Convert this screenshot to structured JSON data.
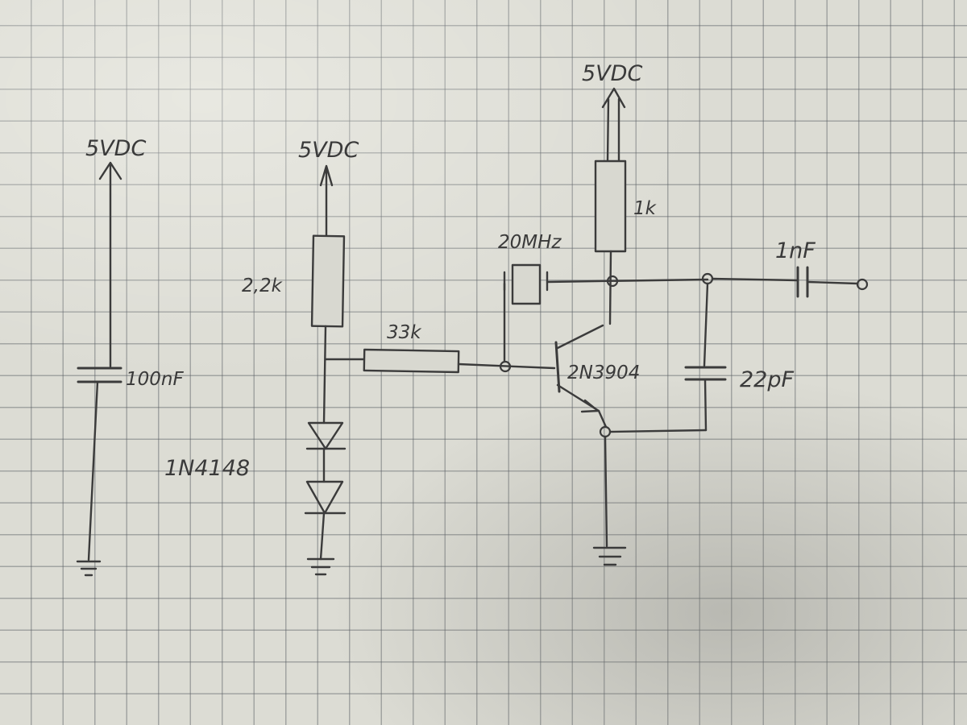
{
  "labels": {
    "supply_left": "5VDC",
    "supply_mid": "5VDC",
    "supply_right": "5VDC",
    "cap_decoupling": "100nF",
    "res_top_bias": "2,2k",
    "res_base": "33k",
    "diodes": "1N4148",
    "crystal": "20MHz",
    "res_collector": "1k",
    "transistor": "2N3904",
    "cap_output": "1nF",
    "cap_feedback": "22pF"
  }
}
